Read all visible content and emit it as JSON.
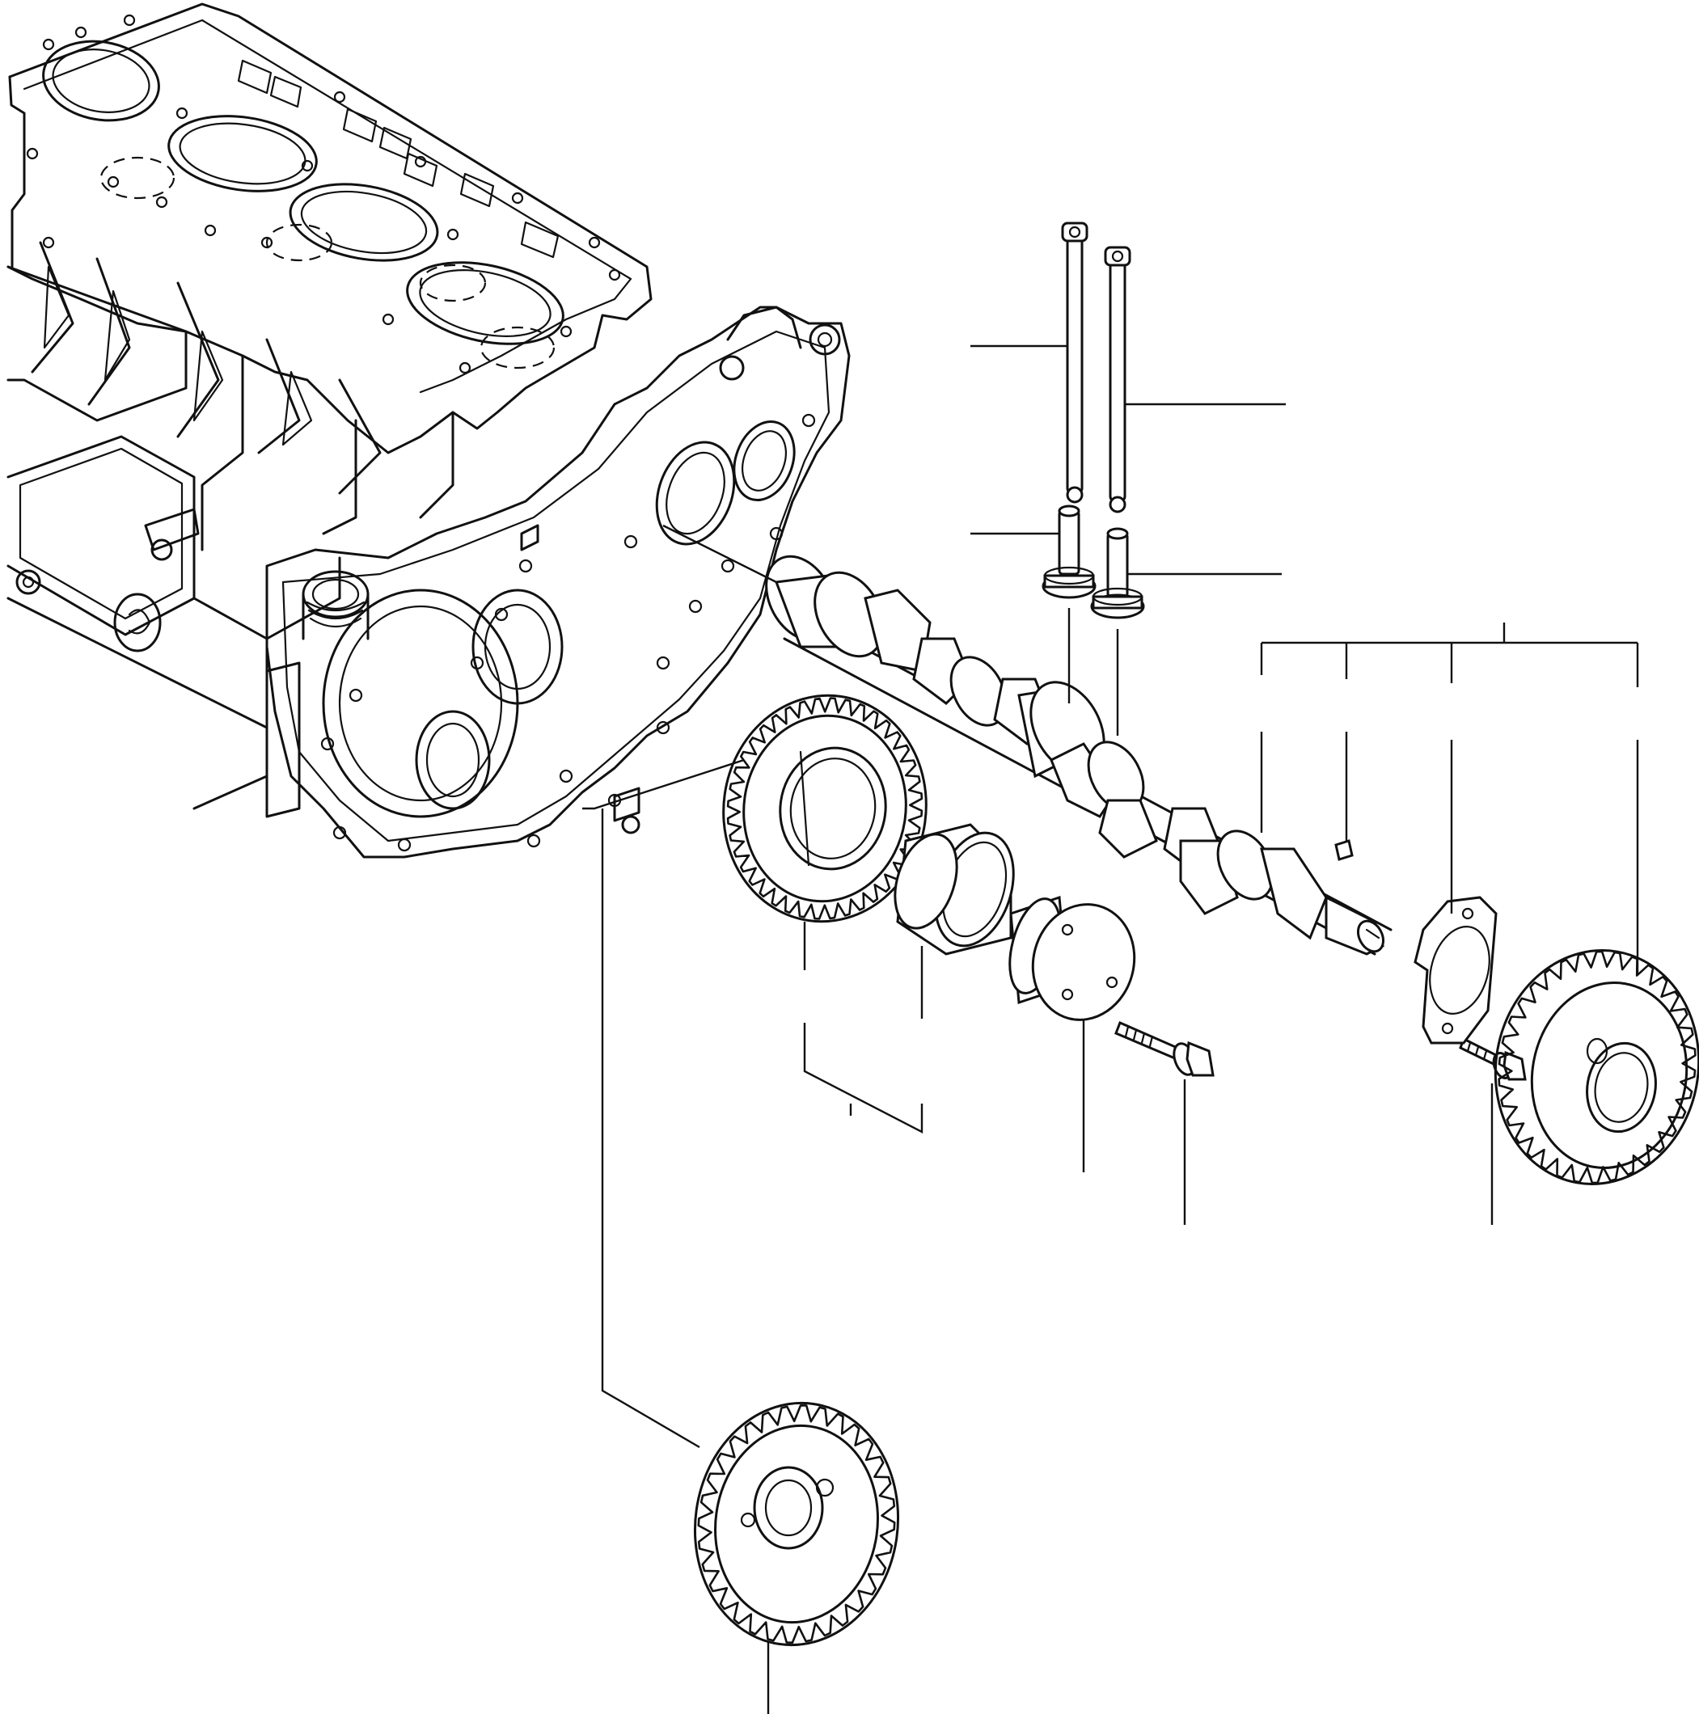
{
  "diagram": {
    "line_color": "#111111",
    "background_color": "#ffffff",
    "parts": [
      {
        "name": "cylinder-block",
        "icon": "engine-block-icon"
      },
      {
        "name": "push-rod",
        "icon": "push-rod-icon",
        "count": 2
      },
      {
        "name": "valve-tappet",
        "icon": "tappet-icon",
        "count": 2
      },
      {
        "name": "camshaft",
        "icon": "camshaft-icon"
      },
      {
        "name": "idler-gear",
        "icon": "gear-icon"
      },
      {
        "name": "bushing",
        "icon": "bushing-icon"
      },
      {
        "name": "idler-shaft",
        "icon": "shaft-icon"
      },
      {
        "name": "bolt",
        "icon": "bolt-icon",
        "count": 2
      },
      {
        "name": "key",
        "icon": "key-icon"
      },
      {
        "name": "thrust-plate",
        "icon": "plate-icon"
      },
      {
        "name": "camshaft-gear",
        "icon": "gear-icon"
      },
      {
        "name": "crankshaft-gear",
        "icon": "gear-icon"
      }
    ]
  }
}
